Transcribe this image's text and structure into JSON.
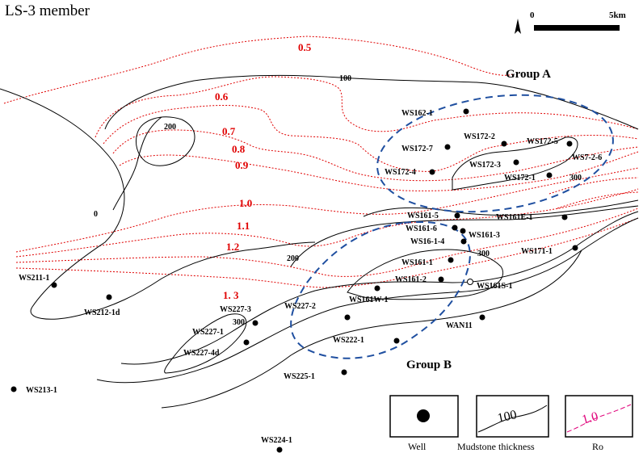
{
  "title": "LS-3 member",
  "scale_bar": {
    "start_label": "0",
    "end_label": "5km"
  },
  "north_arrow": {
    "icon": "north-arrow-icon"
  },
  "groups": [
    {
      "id": "group-a",
      "label": "Group A"
    },
    {
      "id": "group-b",
      "label": "Group B"
    }
  ],
  "ro_contours": [
    "0.5",
    "0.6",
    "0.7",
    "0.8",
    "0.9",
    "1.0",
    "1.1",
    "1.2",
    "1. 3"
  ],
  "thickness_contours": [
    "0",
    "100",
    "200",
    "200",
    "300",
    "300",
    "300"
  ],
  "wells": [
    {
      "name": "WS162-1"
    },
    {
      "name": "WS172-2"
    },
    {
      "name": "WS172-7"
    },
    {
      "name": "WS172-5"
    },
    {
      "name": "WS172-3"
    },
    {
      "name": "WS7-2-6"
    },
    {
      "name": "WS172-4"
    },
    {
      "name": "WS172-1"
    },
    {
      "name": "WS161-5"
    },
    {
      "name": "WS161-6"
    },
    {
      "name": "WS16-1-4"
    },
    {
      "name": "WS161-3"
    },
    {
      "name": "WS161E-1"
    },
    {
      "name": "WS171-1"
    },
    {
      "name": "WS161-1"
    },
    {
      "name": "WS161-2"
    },
    {
      "name": "WS161S-1"
    },
    {
      "name": "WS161W-1"
    },
    {
      "name": "WS211-1"
    },
    {
      "name": "WS212-1d"
    },
    {
      "name": "WS227-3"
    },
    {
      "name": "WS227-2"
    },
    {
      "name": "WS227-1"
    },
    {
      "name": "WS227-4d"
    },
    {
      "name": "WAN11"
    },
    {
      "name": "WS222-1"
    },
    {
      "name": "WS225-1"
    },
    {
      "name": "WS213-1"
    },
    {
      "name": "WS224-1"
    }
  ],
  "legend": {
    "well": "Well",
    "mudstone": "Mudstone thickness",
    "mudstone_sample": "100",
    "ro": "Ro",
    "ro_sample": "1.0"
  },
  "colors": {
    "ro_line": "#e00000",
    "group_outline": "#1f4fa0",
    "thickness_line": "#000000"
  }
}
